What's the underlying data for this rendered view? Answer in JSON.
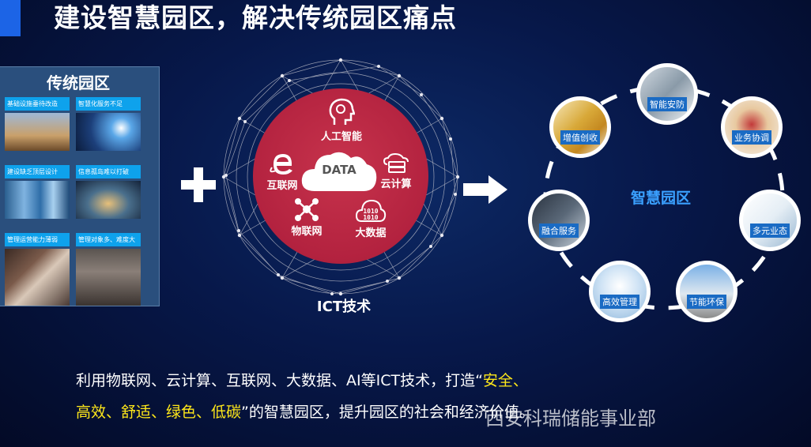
{
  "title": "建设智慧园区，解决传统园区痛点",
  "traditional": {
    "title": "传统园区",
    "cards": [
      {
        "label": "基础设施垂待改造"
      },
      {
        "label": "智慧化服务不足"
      },
      {
        "label": "建设缺乏顶层设计"
      },
      {
        "label": "信息孤岛难以打破"
      },
      {
        "label": "管理运营能力薄弱"
      },
      {
        "label": "管理对象多、难度大"
      }
    ]
  },
  "ict": {
    "center": "DATA",
    "label": "ICT技术",
    "items": [
      {
        "label": "人工智能",
        "icon": "brain-icon"
      },
      {
        "label": "互联网",
        "icon": "ie-icon"
      },
      {
        "label": "云计算",
        "icon": "cloud-server-icon"
      },
      {
        "label": "物联网",
        "icon": "network-icon"
      },
      {
        "label": "大数据",
        "icon": "binary-cloud-icon"
      }
    ]
  },
  "smart": {
    "title": "智慧园区",
    "nodes": [
      {
        "label": "智能安防"
      },
      {
        "label": "业务协调"
      },
      {
        "label": "多元业态"
      },
      {
        "label": "节能环保"
      },
      {
        "label": "高效管理"
      },
      {
        "label": "融合服务"
      },
      {
        "label": "增值创收"
      }
    ]
  },
  "bottom": {
    "line1_pre": "利用物联网、云计算、互联网、大数据、AI等ICT技术，打造“",
    "line1_hl": "安全、",
    "line2_hl": "高效、舒适、绿色、低碳",
    "line2_post": "”的智慧园区，提升园区的社会和经济价值。"
  },
  "watermark": "西安科瑞储能事业部",
  "colors": {
    "accent": "#1c64e6",
    "card_label": "#0ea2ec",
    "ict_circle": "#b3223f",
    "smart_title": "#3aa0ff",
    "highlight": "#ffe81a"
  }
}
